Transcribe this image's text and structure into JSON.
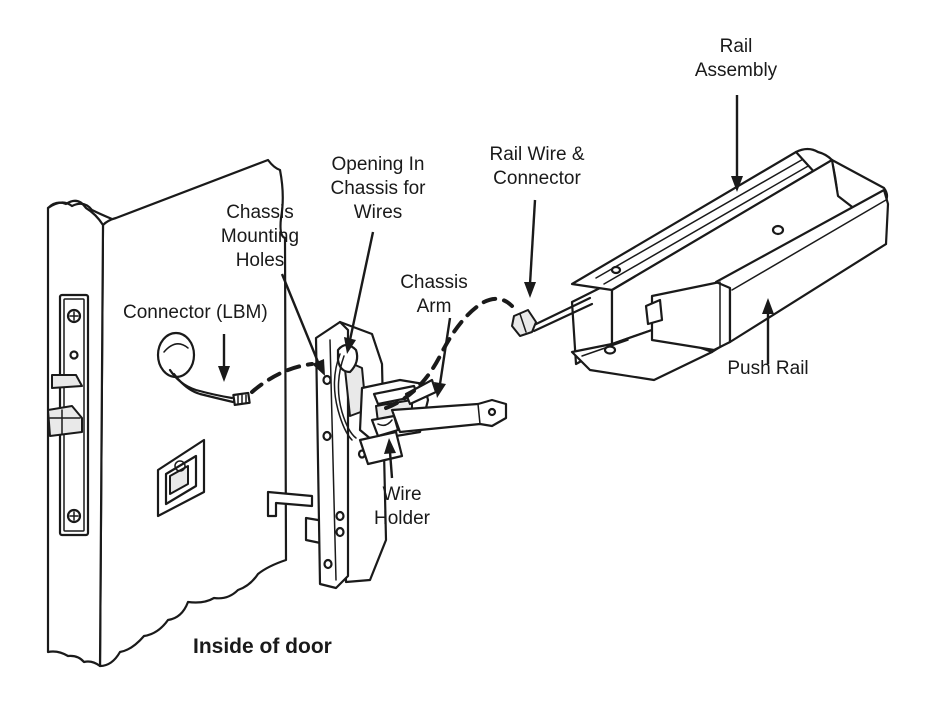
{
  "labels": {
    "rail_assembly_1": "Rail",
    "rail_assembly_2": "Assembly",
    "rail_wire_1": "Rail Wire &",
    "rail_wire_2": "Connector",
    "opening_1": "Opening In",
    "opening_2": "Chassis for",
    "opening_3": "Wires",
    "mounting_1": "Chassis",
    "mounting_2": "Mounting",
    "mounting_3": "Holes",
    "chassis_arm_1": "Chassis",
    "chassis_arm_2": "Arm",
    "connector_lbm": "Connector (LBM)",
    "push_rail": "Push Rail",
    "wire_holder_1": "Wire",
    "wire_holder_2": "Holder",
    "caption": "Inside of door"
  },
  "colors": {
    "line": "#1a1a1a",
    "background": "#ffffff",
    "shade": "#e9e9e9"
  }
}
